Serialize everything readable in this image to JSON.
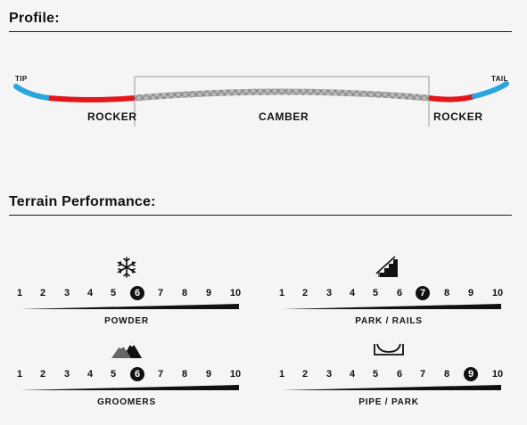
{
  "profile": {
    "title": "Profile:",
    "tip_label": "TIP",
    "tail_label": "TAIL",
    "rocker_left": "ROCKER",
    "camber": "CAMBER",
    "rocker_right": "ROCKER",
    "colors": {
      "tip_tail": "#2aa6dd",
      "rocker": "#e3161b",
      "camber": "#9a9a9a"
    }
  },
  "terrain": {
    "title": "Terrain Performance:",
    "items": [
      {
        "label": "POWDER",
        "icon": "snowflake-icon",
        "scale": [
          "1",
          "2",
          "3",
          "4",
          "5",
          "6",
          "7",
          "8",
          "9",
          "10"
        ],
        "rating": 6
      },
      {
        "label": "PARK / RAILS",
        "icon": "stairs-rail-icon",
        "scale": [
          "1",
          "2",
          "3",
          "4",
          "5",
          "6",
          "7",
          "8",
          "9",
          "10"
        ],
        "rating": 7
      },
      {
        "label": "GROOMERS",
        "icon": "mountains-icon",
        "scale": [
          "1",
          "2",
          "3",
          "4",
          "5",
          "6",
          "7",
          "8",
          "9",
          "10"
        ],
        "rating": 6
      },
      {
        "label": "PIPE / PARK",
        "icon": "halfpipe-icon",
        "scale": [
          "1",
          "2",
          "3",
          "4",
          "5",
          "6",
          "7",
          "8",
          "9",
          "10"
        ],
        "rating": 9
      }
    ]
  }
}
